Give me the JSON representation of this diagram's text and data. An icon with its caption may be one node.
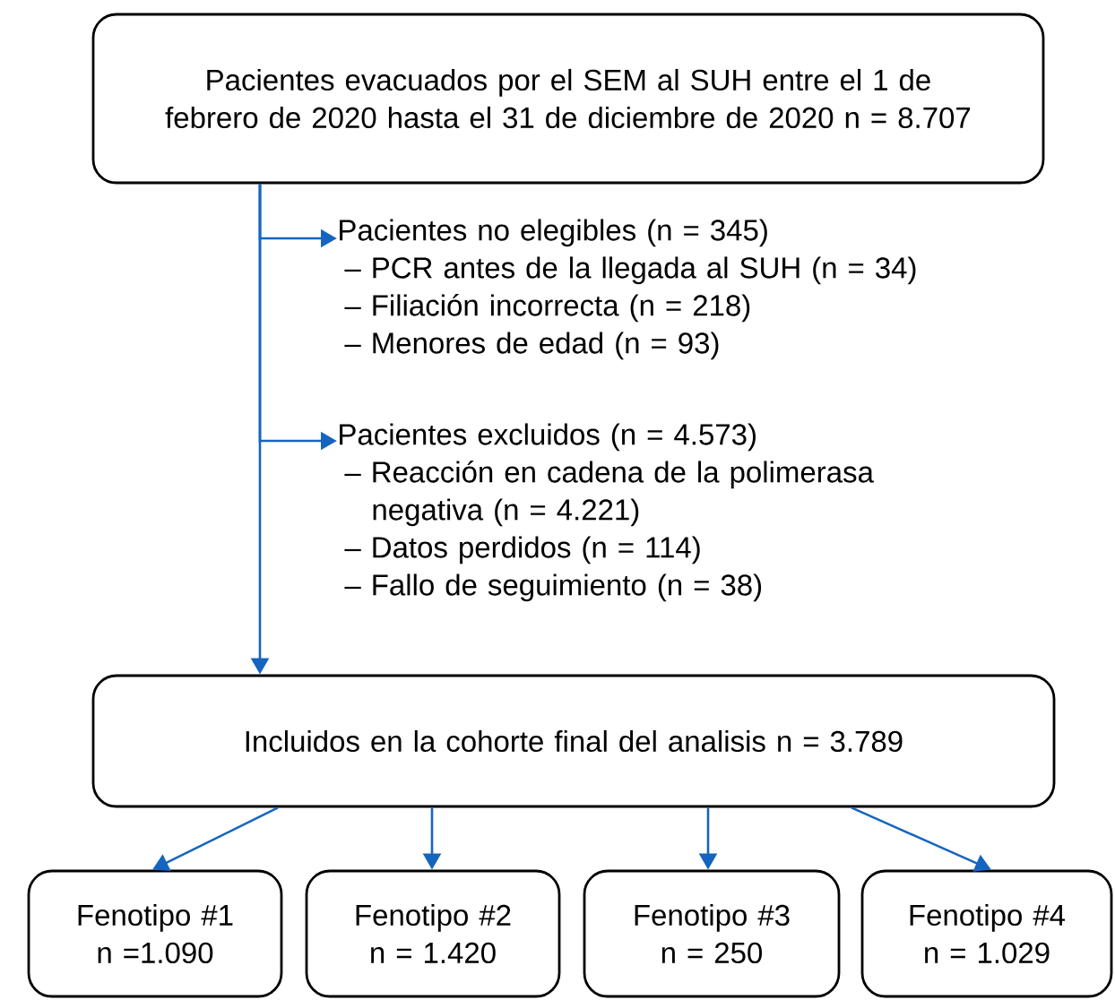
{
  "diagram": {
    "nodes": [
      {
        "text": [
          "Pacientes evacuados por el SEM al SUH entre el 1 de febrero de 2020 hasta el 31 de diciembre de 2020 n = 8.707"
        ]
      },
      {
        "text": [
          "Pacientes no elegibles (n = 345)",
          "– PCR antes de la llegada al SUH (n = 34)",
          "– Filiación incorrecta (n = 218)",
          "– Menores de edad (n = 93)"
        ]
      },
      {
        "text": [
          "Pacientes excluidos (n = 4.573)",
          "– Reacción en cadena de la polimerasa negativa (n = 4.221)",
          "– Datos perdidos (n = 114)",
          "– Fallo de seguimiento (n = 38)"
        ]
      },
      {
        "text": [
          "Incluidos en la cohorte final del analisis n = 3.789"
        ]
      },
      {
        "text": [
          "Fenotipo #1 n =1.090"
        ]
      },
      {
        "text": [
          "Fenotipo #2 n = 1.420"
        ]
      },
      {
        "text": [
          "Fenotipo #3 n = 250"
        ]
      },
      {
        "text": [
          "Fenotipo #4 n = 1.029"
        ]
      }
    ],
    "edges": [
      {
        "from": 0,
        "to": 1,
        "arrow": "to"
      },
      {
        "from": 0,
        "to": 2,
        "arrow": "to"
      },
      {
        "from": 0,
        "to": 3,
        "arrow": "to"
      },
      {
        "from": 3,
        "to": 4,
        "arrow": "to"
      },
      {
        "from": 3,
        "to": 5,
        "arrow": "to"
      },
      {
        "from": 3,
        "to": 6,
        "arrow": "to"
      },
      {
        "from": 3,
        "to": 7,
        "arrow": "to"
      }
    ]
  }
}
